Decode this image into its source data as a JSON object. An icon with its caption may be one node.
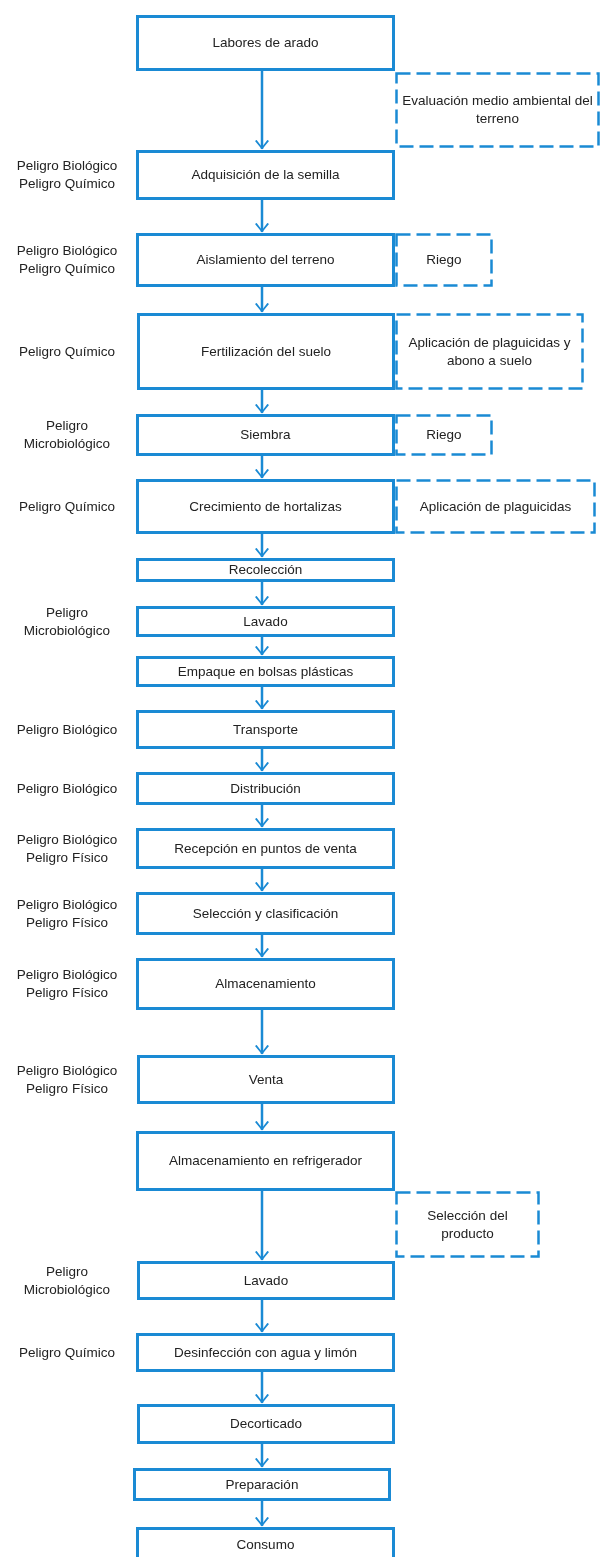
{
  "diagram": {
    "nodes": [
      {
        "text": [
          "Labores de arado"
        ]
      },
      {
        "text": [
          "Evaluación medio ambiental del terreno"
        ]
      },
      {
        "text": [
          "Adquisición de la semilla"
        ],
        "beside": [
          "Peligro Biológico",
          "Peligro Químico"
        ]
      },
      {
        "text": [
          "Aislamiento del terreno"
        ],
        "beside": [
          "Peligro Biológico",
          "Peligro Químico"
        ]
      },
      {
        "text": [
          "Riego"
        ]
      },
      {
        "text": [
          "Fertilización del suelo"
        ],
        "beside": [
          "Peligro Químico"
        ]
      },
      {
        "text": [
          "Aplicación de plaguicidas y abono a suelo"
        ]
      },
      {
        "text": [
          "Siembra"
        ],
        "beside": [
          "Peligro Microbiológico"
        ]
      },
      {
        "text": [
          "Riego"
        ]
      },
      {
        "text": [
          "Crecimiento de hortalizas"
        ],
        "beside": [
          "Peligro Químico"
        ]
      },
      {
        "text": [
          "Aplicación de plaguicidas"
        ]
      },
      {
        "text": [
          "Recolección"
        ]
      },
      {
        "text": [
          "Lavado"
        ],
        "beside": [
          "Peligro Microbiológico"
        ]
      },
      {
        "text": [
          "Empaque en bolsas plásticas"
        ]
      },
      {
        "text": [
          "Transporte"
        ],
        "beside": [
          "Peligro Biológico"
        ]
      },
      {
        "text": [
          "Distribución"
        ],
        "beside": [
          "Peligro Biológico"
        ]
      },
      {
        "text": [
          "Recepción en puntos de venta"
        ],
        "beside": [
          "Peligro Biológico",
          "Peligro Físico"
        ]
      },
      {
        "text": [
          "Selección y clasificación"
        ],
        "beside": [
          "Peligro Biológico",
          "Peligro Físico"
        ]
      },
      {
        "text": [
          "Almacenamiento"
        ],
        "beside": [
          "Peligro Biológico",
          "Peligro Físico"
        ]
      },
      {
        "text": [
          "Venta"
        ],
        "beside": [
          "Peligro Biológico",
          "Peligro Físico"
        ]
      },
      {
        "text": [
          "Almacenamiento en refrigerador"
        ]
      },
      {
        "text": [
          "Selección del producto"
        ]
      },
      {
        "text": [
          "Lavado"
        ],
        "beside": [
          "Peligro Microbiológico"
        ]
      },
      {
        "text": [
          "Desinfección con agua y limón"
        ],
        "beside": [
          "Peligro Químico"
        ]
      },
      {
        "text": [
          "Decorticado"
        ]
      },
      {
        "text": [
          "Preparación"
        ]
      },
      {
        "text": [
          "Consumo"
        ]
      }
    ],
    "edges": [
      {
        "from": 0,
        "to": 2,
        "arrow": "to"
      },
      {
        "from": 2,
        "to": 3,
        "arrow": "to"
      },
      {
        "from": 3,
        "to": 5,
        "arrow": "to"
      },
      {
        "from": 5,
        "to": 7,
        "arrow": "to"
      },
      {
        "from": 7,
        "to": 9,
        "arrow": "to"
      },
      {
        "from": 9,
        "to": 11,
        "arrow": "to"
      },
      {
        "from": 11,
        "to": 12,
        "arrow": "to"
      },
      {
        "from": 12,
        "to": 13,
        "arrow": "to"
      },
      {
        "from": 13,
        "to": 14,
        "arrow": "to"
      },
      {
        "from": 14,
        "to": 15,
        "arrow": "to"
      },
      {
        "from": 15,
        "to": 16,
        "arrow": "to"
      },
      {
        "from": 16,
        "to": 17,
        "arrow": "to"
      },
      {
        "from": 17,
        "to": 18,
        "arrow": "to"
      },
      {
        "from": 18,
        "to": 19,
        "arrow": "to"
      },
      {
        "from": 19,
        "to": 20,
        "arrow": "to"
      },
      {
        "from": 20,
        "to": 22,
        "arrow": "to"
      },
      {
        "from": 22,
        "to": 23,
        "arrow": "to"
      },
      {
        "from": 23,
        "to": 24,
        "arrow": "to"
      },
      {
        "from": 24,
        "to": 25,
        "arrow": "to"
      },
      {
        "from": 25,
        "to": 26,
        "arrow": "to"
      }
    ]
  }
}
